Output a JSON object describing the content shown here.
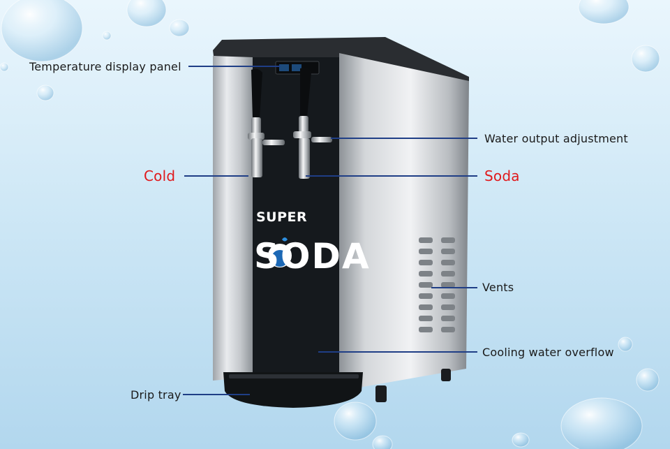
{
  "labels": {
    "temperature_display_panel": "Temperature display panel",
    "water_output_adjustment": "Water output adjustment",
    "cold": "Cold",
    "soda": "Soda",
    "vents": "Vents",
    "cooling_water_overflow": "Cooling water overflow",
    "drip_tray": "Drip tray"
  },
  "product_logo": {
    "line1": "SUPER",
    "line2": "SODA"
  },
  "colors": {
    "leader_line": "#1f3e86",
    "highlight_label": "#e0191c",
    "front_panel": "#15191d",
    "steel": "#c9ccd0"
  }
}
